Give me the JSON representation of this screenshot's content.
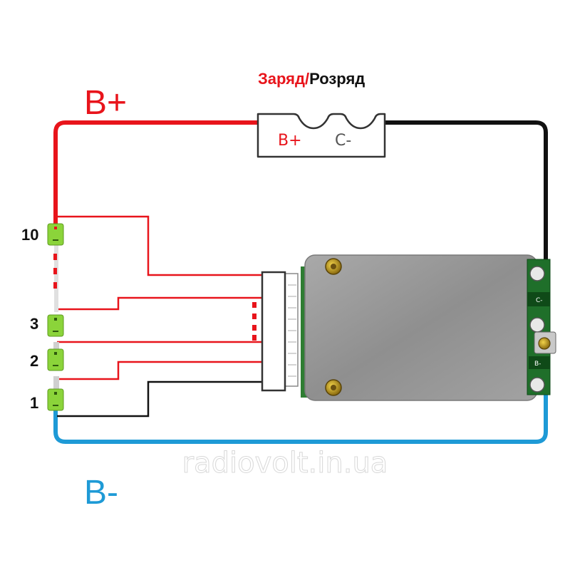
{
  "title": {
    "charge": "Заряд",
    "slash": "/",
    "discharge": "Розряд"
  },
  "labels": {
    "b_plus": "B+",
    "b_minus": "B-"
  },
  "connector": {
    "pin_b_plus": "B+",
    "pin_c_minus": "C-"
  },
  "board": {
    "pad_c_minus": "C-",
    "pad_b_minus": "B-"
  },
  "cells": {
    "top": "10",
    "three": "3",
    "two": "2",
    "one": "1"
  },
  "watermark": "radiovolt.in.ua",
  "colors": {
    "positive_wire": "#e8141b",
    "negative_wire": "#1e9ad6",
    "black_wire": "#111111",
    "cell_green": "#8bd43a",
    "board_gray": "#9a9a9a"
  }
}
